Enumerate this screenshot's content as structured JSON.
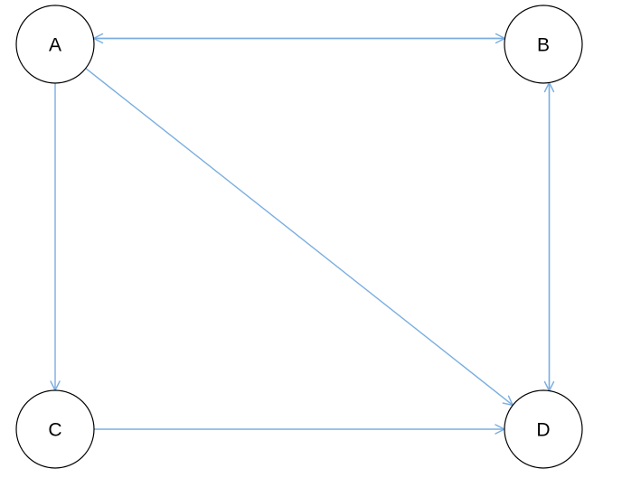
{
  "colors": {
    "edge": "#7aaee0",
    "node_border": "#000000",
    "node_fill": "#ffffff",
    "background": "#ffffff"
  },
  "diagram": {
    "nodes": [
      {
        "id": "A",
        "label": "A"
      },
      {
        "id": "B",
        "label": "B"
      },
      {
        "id": "C",
        "label": "C"
      },
      {
        "id": "D",
        "label": "D"
      }
    ],
    "edges": [
      {
        "from": "A",
        "to": "B"
      },
      {
        "from": "B",
        "to": "A"
      },
      {
        "from": "A",
        "to": "C"
      },
      {
        "from": "A",
        "to": "D"
      },
      {
        "from": "B",
        "to": "D"
      },
      {
        "from": "D",
        "to": "B"
      },
      {
        "from": "C",
        "to": "D"
      }
    ]
  }
}
